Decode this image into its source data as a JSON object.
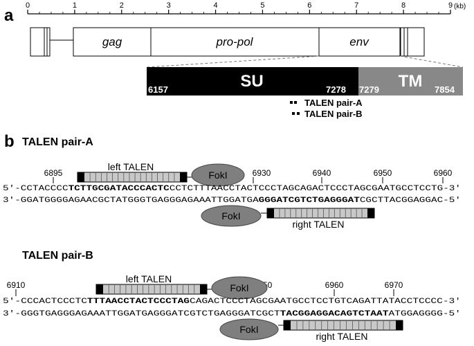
{
  "panel_a": {
    "label": "a",
    "scale": {
      "ticks": [
        "0",
        "1",
        "2",
        "3",
        "4",
        "5",
        "6",
        "7",
        "8",
        "9"
      ],
      "unit": "(kb)"
    },
    "genome": {
      "gag": "gag",
      "pro_pol": "pro-pol",
      "env": "env"
    },
    "env_detail": {
      "su_label": "SU",
      "tm_label": "TM",
      "su_start": "6157",
      "su_end": "7278",
      "tm_start": "7279",
      "tm_end": "7854"
    },
    "legend": {
      "pair_a": "TALEN pair-A",
      "pair_b": "TALEN pair-B"
    }
  },
  "panel_b": {
    "label": "b",
    "pair_a": {
      "title": "TALEN pair-A",
      "positions": [
        "6895",
        "6930",
        "6940",
        "6950",
        "6960"
      ],
      "left_talen": "left TALEN",
      "right_talen": "right TALEN",
      "foki_top": "FokI",
      "foki_bottom": "FokI",
      "top_strand": {
        "prefix": "5′-CCTACCCC",
        "bold": "TCTTGCGATACCCACTC",
        "suffix": "CCTCTTTAACCTACTCCCTAGCAGACTCCCTAGCGAATGCCTCCTG-3′"
      },
      "bottom_strand": {
        "prefix": "3′-GGATGGGGAGAACGCTATGGGTGAGGGAGAAATTGGATGA",
        "bold": "GGGATCGTCTGAGGGAT",
        "suffix": "CGCTTACGGAGGAC-5′"
      }
    },
    "pair_b": {
      "title": "TALEN pair-B",
      "positions": [
        "6910",
        "6950",
        "6960",
        "6970"
      ],
      "left_talen": "left TALEN",
      "right_talen": "right TALEN",
      "foki_top": "FokI",
      "foki_bottom": "FokI",
      "top_strand": {
        "prefix": "5′-CCCACTCCCTC",
        "bold": "TTTAACCTACTCCCTAG",
        "suffix": "CAGACTCCCTAGCGAATGCCTCCTGTCAGATTATACCTCCCC-3′"
      },
      "bottom_strand": {
        "prefix": "3′-GGGTGAGGGAGAAATTGGATGAGGGATCGTCTGAGGGATCGCT",
        "bold": "TACGGAGGACAGTCTAAT",
        "suffix": "ATGGAGGGG-5′"
      }
    }
  }
}
